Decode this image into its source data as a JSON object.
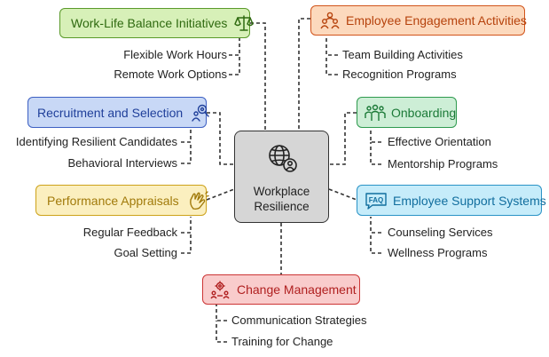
{
  "colors": {
    "green": {
      "fill": "#d7f0b8",
      "stroke": "#5a9a2a",
      "text": "#2f6a10"
    },
    "orange": {
      "fill": "#fcd9bd",
      "stroke": "#d1541a",
      "text": "#b6420c"
    },
    "blue": {
      "fill": "#c8d8f6",
      "stroke": "#3c5fc2",
      "text": "#1f3f9a"
    },
    "teal": {
      "fill": "#cdeed6",
      "stroke": "#2e9a4e",
      "text": "#1c7a38"
    },
    "yellow": {
      "fill": "#fbefbf",
      "stroke": "#cda21a",
      "text": "#a17a0a"
    },
    "cyan": {
      "fill": "#c6ecfa",
      "stroke": "#2a93c6",
      "text": "#116e9e"
    },
    "red": {
      "fill": "#f9cccc",
      "stroke": "#cc3535",
      "text": "#b02020"
    }
  },
  "center": {
    "line1": "Workplace",
    "line2": "Resilience",
    "icon": "globe-person-icon"
  },
  "nodes": {
    "work_life": {
      "title": "Work-Life Balance Initiatives",
      "icon": "scales-icon",
      "children": [
        "Flexible Work Hours",
        "Remote Work Options"
      ]
    },
    "engagement": {
      "title": "Employee Engagement Activities",
      "icon": "people-group-icon",
      "children": [
        "Team Building Activities",
        "Recognition Programs"
      ]
    },
    "recruitment": {
      "title": "Recruitment and Selection",
      "icon": "people-search-icon",
      "children": [
        "Identifying Resilient Candidates",
        "Behavioral Interviews"
      ]
    },
    "onboarding": {
      "title": "Onboarding",
      "icon": "team-welcome-icon",
      "children": [
        "Effective Orientation",
        "Mentorship Programs"
      ]
    },
    "performance": {
      "title": "Performance Appraisals",
      "icon": "applause-hands-icon",
      "children": [
        "Regular Feedback",
        "Goal Setting"
      ]
    },
    "support": {
      "title": "Employee Support Systems",
      "icon": "faq-icon",
      "icon_text": "FAQ",
      "children": [
        "Counseling Services",
        "Wellness Programs"
      ]
    },
    "change": {
      "title": "Change Management",
      "icon": "gears-people-icon",
      "children": [
        "Communication Strategies",
        "Training for Change"
      ]
    }
  }
}
